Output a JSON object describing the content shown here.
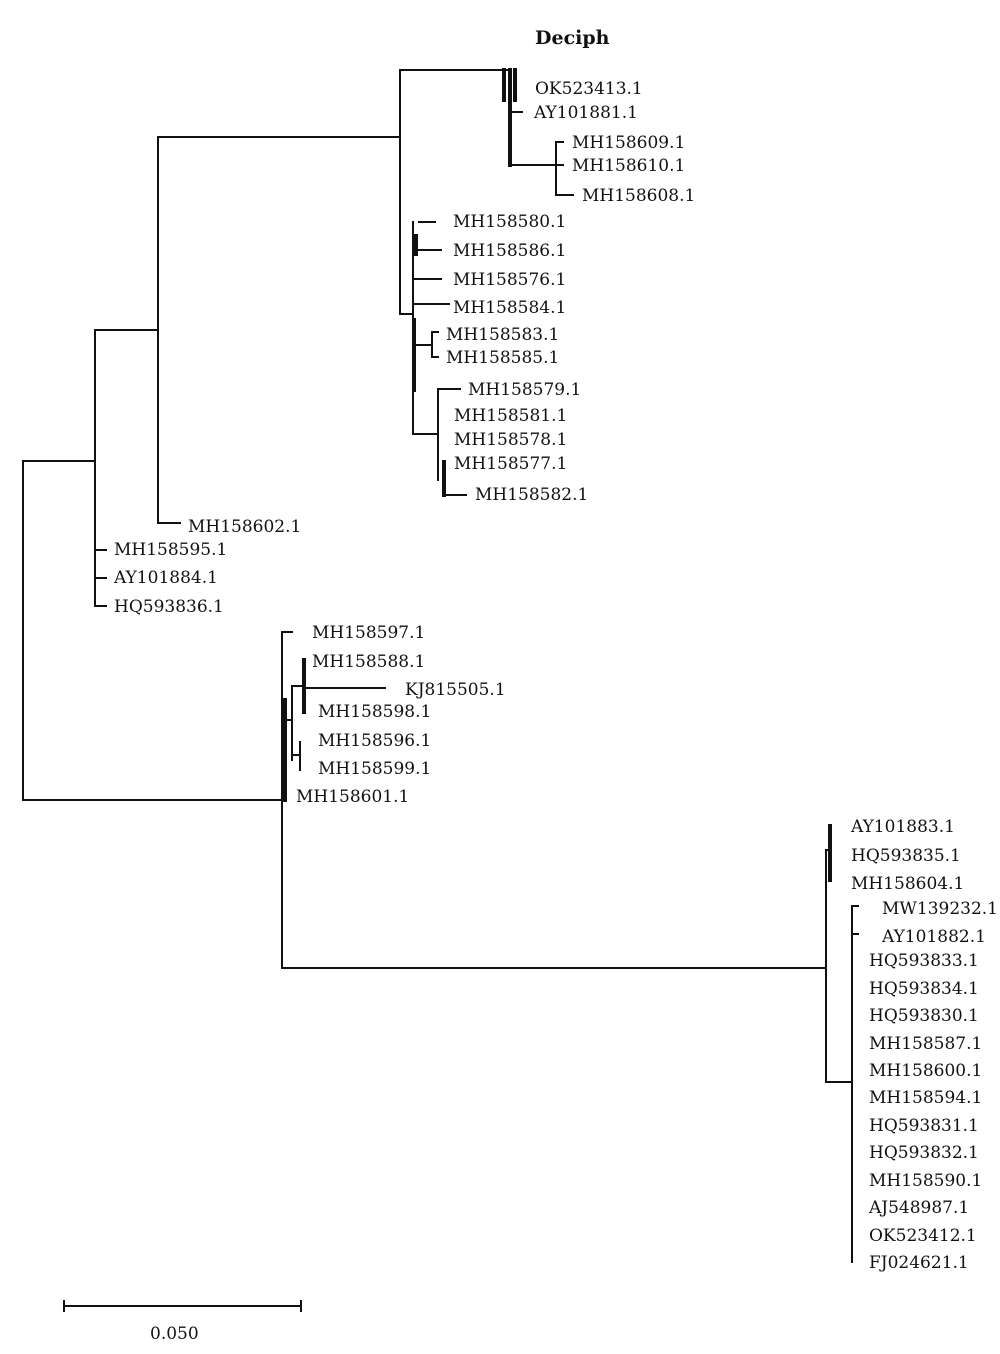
{
  "title": "Deciph",
  "scale_bar": {
    "label": "0.050",
    "value": 0.05
  },
  "taxa": {
    "OK523413_1": "OK523413.1",
    "AY101881_1": "AY101881.1",
    "MH158609_1": "MH158609.1",
    "MH158610_1": "MH158610.1",
    "MH158608_1": "MH158608.1",
    "MH158580_1": "MH158580.1",
    "MH158586_1": "MH158586.1",
    "MH158576_1": "MH158576.1",
    "MH158584_1": "MH158584.1",
    "MH158583_1": "MH158583.1",
    "MH158585_1": "MH158585.1",
    "MH158579_1": "MH158579.1",
    "MH158581_1": "MH158581.1",
    "MH158578_1": "MH158578.1",
    "MH158577_1": "MH158577.1",
    "MH158582_1": "MH158582.1",
    "MH158602_1": "MH158602.1",
    "MH158595_1": "MH158595.1",
    "AY101884_1": "AY101884.1",
    "HQ593836_1": "HQ593836.1",
    "MH158597_1": "MH158597.1",
    "MH158588_1": "MH158588.1",
    "KJ815505_1": "KJ815505.1",
    "MH158598_1": "MH158598.1",
    "MH158596_1": "MH158596.1",
    "MH158599_1": "MH158599.1",
    "MH158601_1": "MH158601.1",
    "AY101883_1": "AY101883.1",
    "HQ593835_1": "HQ593835.1",
    "MH158604_1": "MH158604.1",
    "MW139232_1": "MW139232.1",
    "AY101882_1": "AY101882.1",
    "HQ593833_1": "HQ593833.1",
    "HQ593834_1": "HQ593834.1",
    "HQ593830_1": "HQ593830.1",
    "MH158587_1": "MH158587.1",
    "MH158600_1": "MH158600.1",
    "MH158594_1": "MH158594.1",
    "HQ593831_1": "HQ593831.1",
    "HQ593832_1": "HQ593832.1",
    "MH158590_1": "MH158590.1",
    "AJ548987_1": "AJ548987.1",
    "OK523412_1": "OK523412.1",
    "FJ024621_1": "FJ024621.1"
  }
}
